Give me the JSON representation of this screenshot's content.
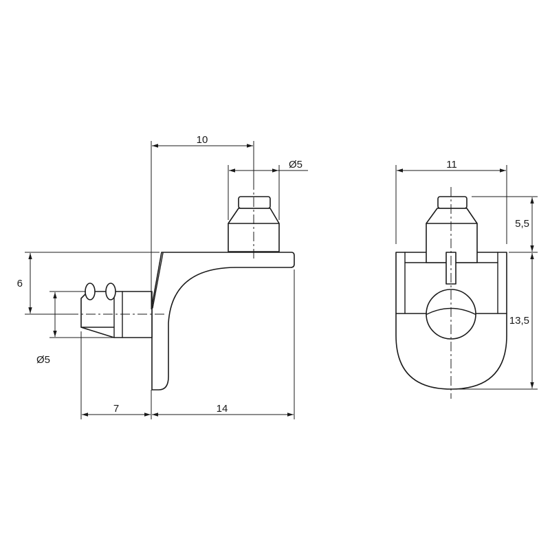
{
  "dimensions": {
    "side_top_width": "10",
    "side_pin_diameter": "Ø5",
    "side_height": "6",
    "side_peg_diameter": "Ø5",
    "side_peg_length": "7",
    "side_base_length": "14",
    "front_width": "11",
    "front_pin_height": "5,5",
    "front_body_height": "13,5"
  }
}
